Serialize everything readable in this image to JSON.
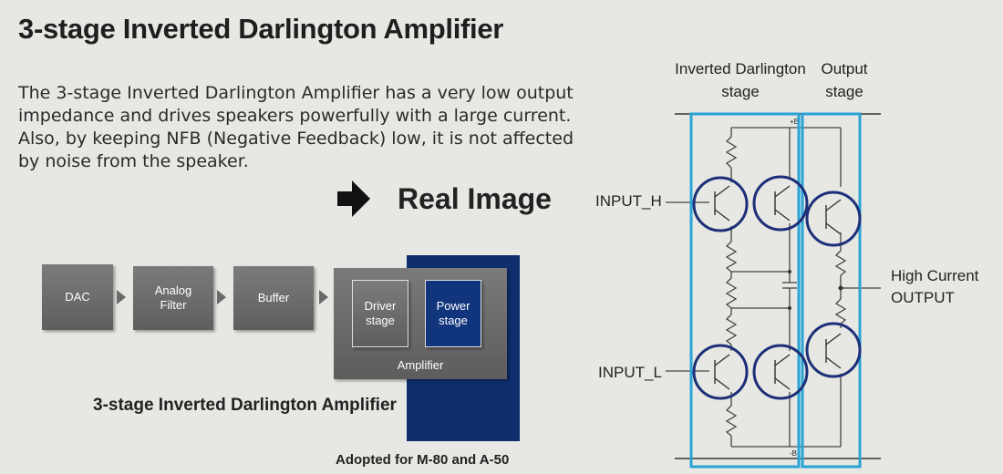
{
  "title": "3-stage Inverted Darlington Amplifier",
  "description": [
    "The 3-stage Inverted Darlington Amplifier has a very low output",
    "impedance and drives speakers powerfully with a large current.",
    "Also, by keeping NFB (Negative Feedback) low, it is not affected",
    "by noise from the speaker."
  ],
  "real_image": "Real Image",
  "block_diagram": {
    "dac": "DAC",
    "analog_filter": [
      "Analog",
      "Filter"
    ],
    "buffer": "Buffer",
    "driver_stage": [
      "Driver",
      "stage"
    ],
    "power_stage": [
      "Power",
      "stage"
    ],
    "amplifier": "Amplifier",
    "caption": "3-stage Inverted Darlington Amplifier",
    "adopted": "Adopted for M-80 and A-50"
  },
  "schematic": {
    "inverted_darlington_label": [
      "Inverted Darlington",
      "stage"
    ],
    "output_label": [
      "Output",
      "stage"
    ],
    "input_h": "INPUT_H",
    "input_l": "INPUT_L",
    "output": [
      "High Current",
      "OUTPUT"
    ],
    "plus_b": "+B",
    "minus_b": "-B"
  },
  "colors": {
    "highlight": "#2aa3d6",
    "circle": "#1c2f78",
    "navy": "#0e2e6e"
  }
}
